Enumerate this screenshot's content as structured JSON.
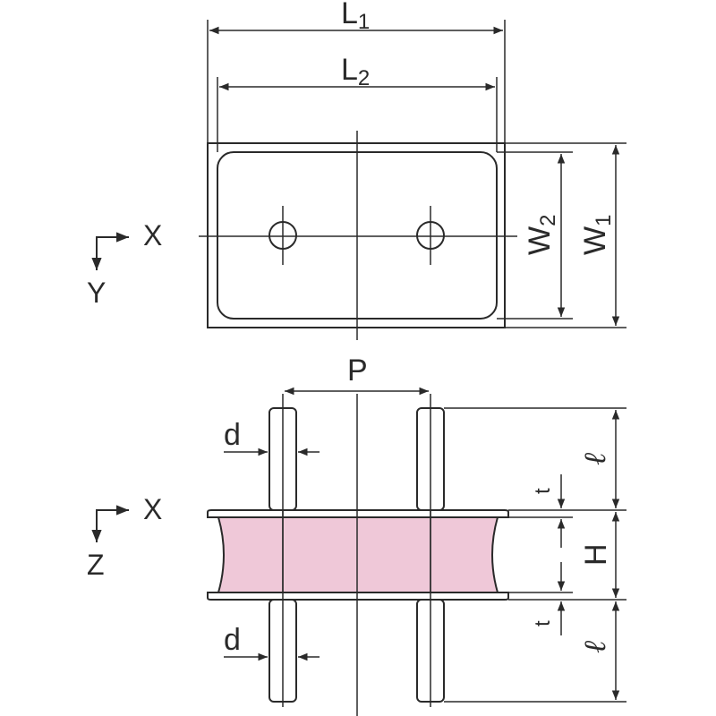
{
  "labels": {
    "L1_main": "L",
    "L1_sub": "1",
    "L2_main": "L",
    "L2_sub": "2",
    "W1_main": "W",
    "W1_sub": "1",
    "W2_main": "W",
    "W2_sub": "2",
    "P": "P",
    "d_top": "d",
    "d_bottom": "d",
    "t_top": "t",
    "t_bottom": "t",
    "H": "H",
    "ell_top": "ℓ",
    "ell_bottom": "ℓ"
  },
  "axes": {
    "top_x": "X",
    "top_y": "Y",
    "bottom_x": "X",
    "bottom_z": "Z"
  },
  "colors": {
    "line": "#2a2a2a",
    "rubber_fill": "#efc8d8",
    "background": "#ffffff"
  }
}
